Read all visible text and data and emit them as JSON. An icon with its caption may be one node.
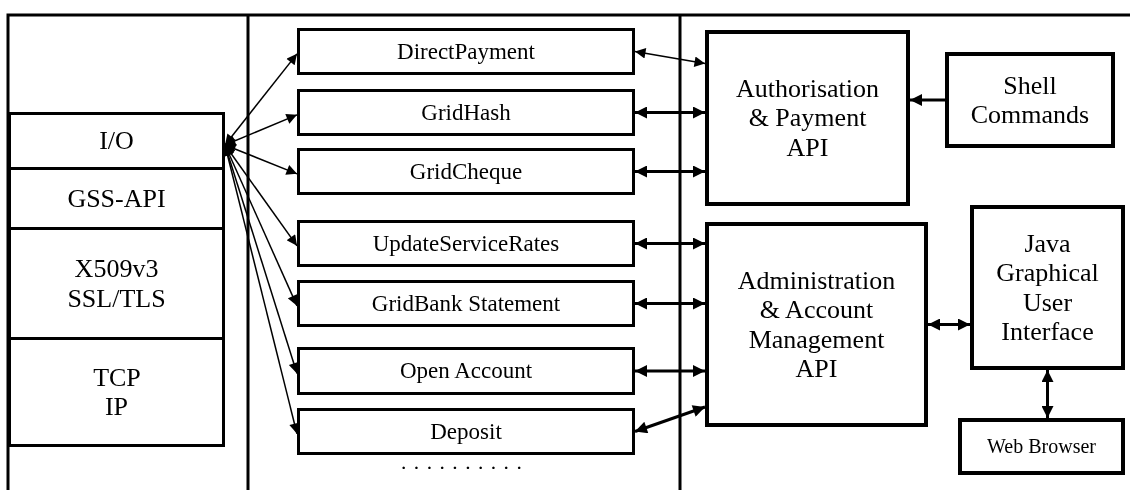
{
  "diagram": {
    "nodes": [
      {
        "text": [
          "I/O"
        ]
      },
      {
        "text": [
          "GSS-API"
        ]
      },
      {
        "text": [
          "X509v3 SSL/TLS"
        ]
      },
      {
        "text": [
          "TCP IP"
        ]
      },
      {
        "text": [
          "DirectPayment"
        ]
      },
      {
        "text": [
          "GridHash"
        ]
      },
      {
        "text": [
          "GridCheque"
        ]
      },
      {
        "text": [
          "UpdateServiceRates"
        ]
      },
      {
        "text": [
          "GridBank Statement"
        ]
      },
      {
        "text": [
          "Open Account"
        ]
      },
      {
        "text": [
          "Deposit"
        ]
      },
      {
        "text": [
          "Authorisation & Payment API"
        ]
      },
      {
        "text": [
          "Shell Commands"
        ]
      },
      {
        "text": [
          "Administration & Account Management API"
        ]
      },
      {
        "text": [
          "Java Graphical User Interface"
        ]
      },
      {
        "text": [
          "Web Browser"
        ]
      }
    ],
    "edges": [
      {
        "from": 0,
        "to": 4,
        "arrow": "both"
      },
      {
        "from": 0,
        "to": 5,
        "arrow": "both"
      },
      {
        "from": 0,
        "to": 6,
        "arrow": "both"
      },
      {
        "from": 0,
        "to": 7,
        "arrow": "both"
      },
      {
        "from": 0,
        "to": 8,
        "arrow": "both"
      },
      {
        "from": 0,
        "to": 9,
        "arrow": "both"
      },
      {
        "from": 0,
        "to": 10,
        "arrow": "both"
      },
      {
        "from": 4,
        "to": 11,
        "arrow": "both"
      },
      {
        "from": 5,
        "to": 11,
        "arrow": "both"
      },
      {
        "from": 6,
        "to": 11,
        "arrow": "both"
      },
      {
        "from": 7,
        "to": 13,
        "arrow": "both"
      },
      {
        "from": 8,
        "to": 13,
        "arrow": "both"
      },
      {
        "from": 9,
        "to": 13,
        "arrow": "both"
      },
      {
        "from": 10,
        "to": 13,
        "arrow": "both"
      },
      {
        "from": 12,
        "to": 11,
        "arrow": "to"
      },
      {
        "from": 13,
        "to": 14,
        "arrow": "both"
      },
      {
        "from": 14,
        "to": 15,
        "arrow": "both"
      }
    ],
    "labels": [
      "· · · · · · · · · ·"
    ]
  }
}
